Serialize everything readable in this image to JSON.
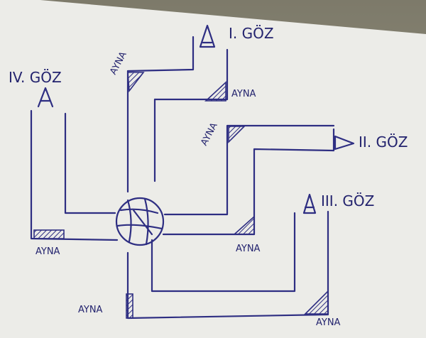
{
  "diagram": {
    "eyes": [
      "I. GÖZ",
      "II. GÖZ",
      "III. GÖZ",
      "IV. GÖZ"
    ],
    "mirror_label": "AYNA",
    "colors": {
      "ink": "#2e2e82",
      "paper": "#efefec",
      "surface": "#8d8a78"
    }
  }
}
